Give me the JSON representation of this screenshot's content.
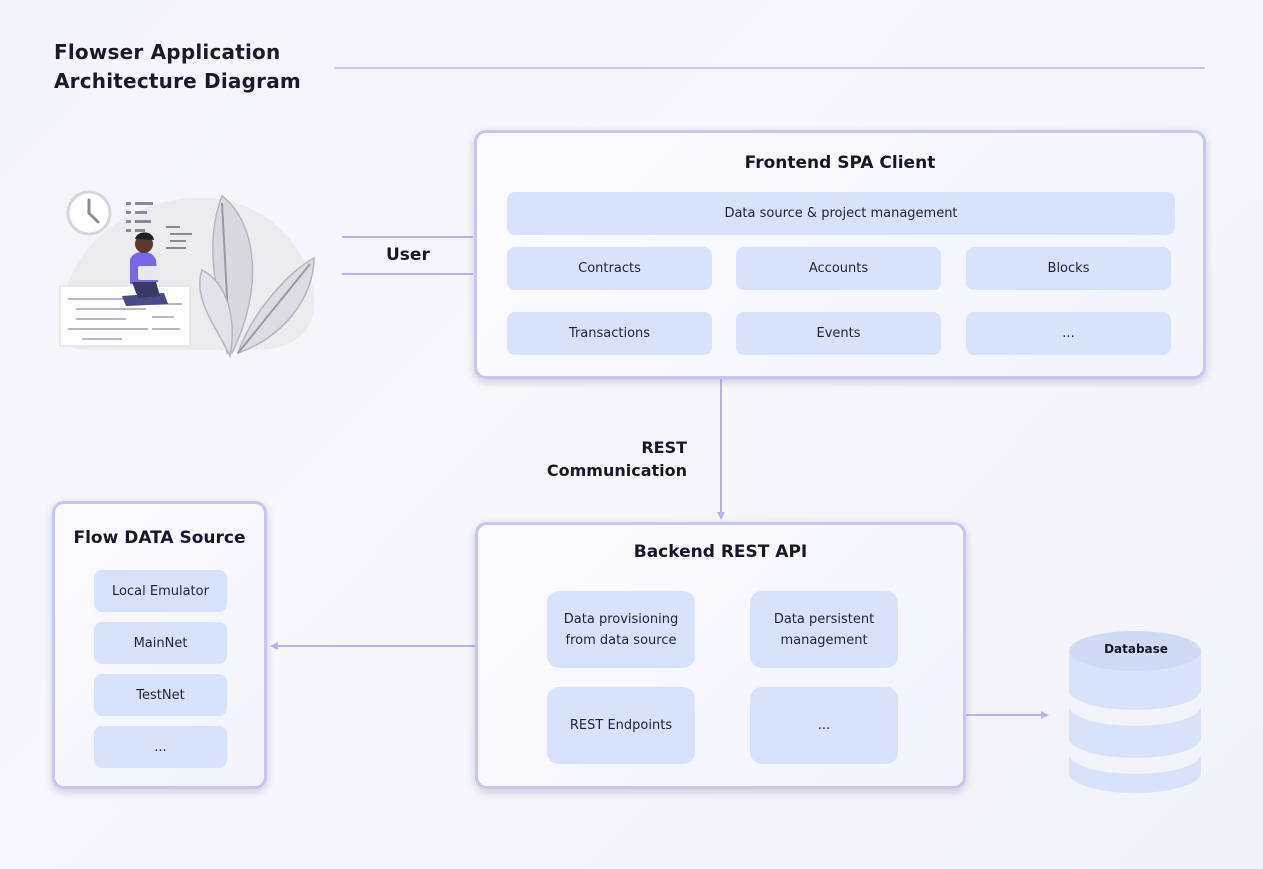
{
  "title": {
    "line1": "Flowser Application",
    "line2": "Architecture Diagram"
  },
  "user_label": "User",
  "rest_label": {
    "line1": "REST",
    "line2": "Communication"
  },
  "frontend": {
    "title": "Frontend SPA Client",
    "top_item": "Data source & project management",
    "items": [
      "Contracts",
      "Accounts",
      "Blocks",
      "Transactions",
      "Events",
      "..."
    ]
  },
  "backend": {
    "title": "Backend REST API",
    "items": [
      {
        "line1": "Data provisioning",
        "line2": "from data source"
      },
      {
        "line1": "Data persistent",
        "line2": "management"
      },
      {
        "line1": "REST Endpoints",
        "line2": ""
      },
      {
        "line1": "...",
        "line2": ""
      }
    ]
  },
  "datasource": {
    "title": "Flow DATA Source",
    "items": [
      "Local Emulator",
      "MainNet",
      "TestNet",
      "..."
    ]
  },
  "database": {
    "label": "Database"
  },
  "colors": {
    "accent": "#b8b8ec",
    "pill": "#d8e3fb",
    "box_border": "#c6c6ee",
    "db": "#d8e3f8"
  }
}
